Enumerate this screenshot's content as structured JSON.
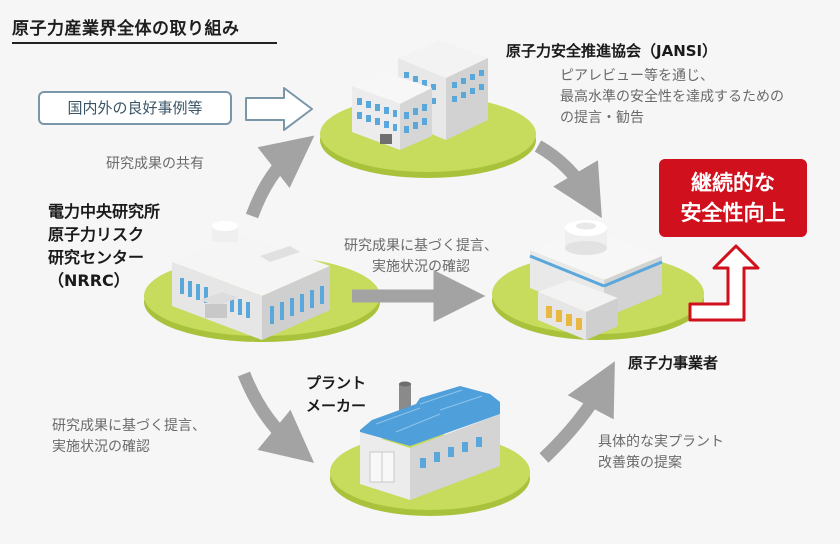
{
  "title": "原子力産業界全体の取り組み",
  "good_practices_box": "国内外の良好事例等",
  "nodes": {
    "jansi": {
      "label": "原子力安全推進協会（JANSI）"
    },
    "nrrc": {
      "lines": [
        "電力中央研究所",
        "原子力リスク",
        "研究センター",
        "（NRRC）"
      ]
    },
    "plant_maker": {
      "lines": [
        "プラント",
        "メーカー"
      ]
    },
    "operator": {
      "label": "原子力事業者"
    },
    "goal": {
      "lines": [
        "継続的な",
        "安全性向上"
      ]
    }
  },
  "flows": {
    "share": "研究成果の共有",
    "jansi_recommend": [
      "ピアレビュー等を通じ、",
      "最高水準の安全性を達成するための",
      "の提言・勧告"
    ],
    "center_research": [
      "研究成果に基づく提言、",
      "実施状況の確認"
    ],
    "bottom_research": [
      "研究成果に基づく提言、",
      "実施状況の確認"
    ],
    "maker_proposal": [
      "具体的な実プラント",
      "改善策の提案"
    ]
  },
  "colors": {
    "ground": "#c7db5c",
    "ground_dark": "#a9c23c",
    "arrow_gray": "#a3a3a3",
    "accent_red": "#d0101c",
    "window_blue": "#5aa7dc",
    "roof_blue": "#4f9fdb"
  },
  "icons": [
    "office-building-icon",
    "research-center-icon",
    "nuclear-plant-icon",
    "factory-icon"
  ]
}
